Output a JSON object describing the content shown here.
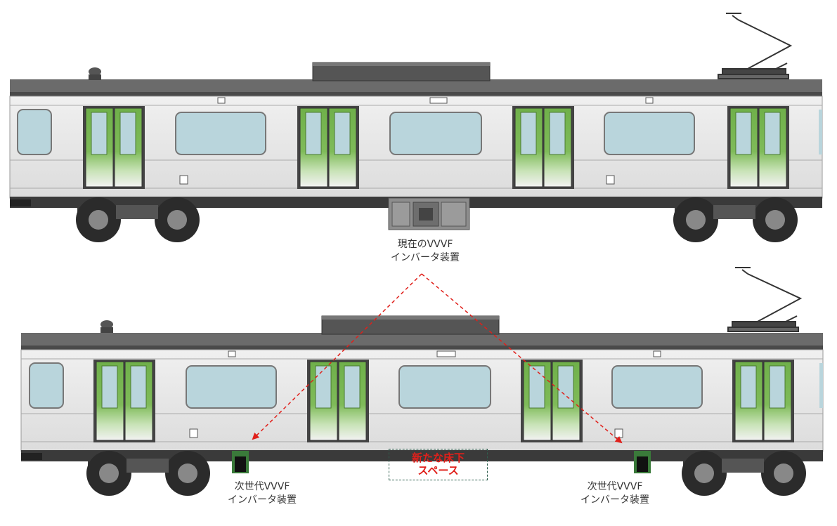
{
  "labels": {
    "current_inverter": [
      "現在のVVVF",
      "インバータ装置"
    ],
    "next_inverter_left": [
      "次世代VVVF",
      "インバータ装置"
    ],
    "next_inverter_right": [
      "次世代VVVF",
      "インバータ装置"
    ],
    "new_space": [
      "新たな床下",
      "スペース"
    ]
  },
  "colors": {
    "body": "#e6e6e6",
    "roof": "#5a5a5a",
    "door_green": "#5aa53a",
    "window": "#b9d5dc",
    "arrow": "#e0201b",
    "box_border": "#2f5f4e"
  }
}
